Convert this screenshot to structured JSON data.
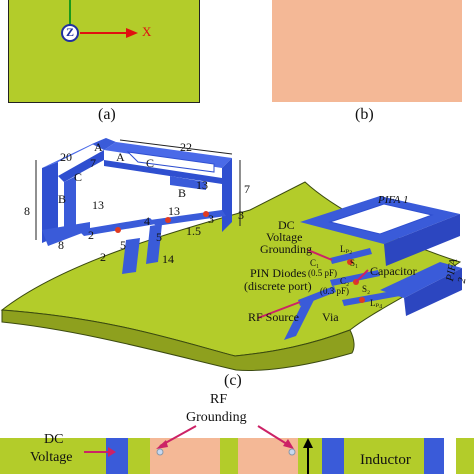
{
  "panel_a": {
    "caption": "(a)",
    "axis_x": "X",
    "axis_z": "Z"
  },
  "panel_b": {
    "caption": "(b)"
  },
  "panel_c": {
    "caption": "(c)",
    "dimensions": [
      "20",
      "A",
      "7",
      "C",
      "B",
      "8",
      "13",
      "2",
      "8",
      "2",
      "5",
      "4",
      "5",
      "13",
      "1.5",
      "3",
      "3",
      "13",
      "7",
      "B",
      "22",
      "A",
      "C",
      "14"
    ],
    "labels": {
      "pifa1": "PIFA 1",
      "pifa2": "PIFA 2",
      "dc_grounding_1": "DC",
      "dc_grounding_2": "Voltage",
      "dc_grounding_3": "Grounding",
      "pin_1": "PIN Diodes",
      "pin_2": "(discrete port)",
      "capacitor": "Capacitor",
      "rf_source": "RF Source",
      "via": "Via",
      "c1": "C₁",
      "c1_val": "(0.5 pF)",
      "c2": "C₂",
      "c2_val": "(0.3 pF)",
      "lp2": "Lₚ₂",
      "lp4": "Lₚ₄",
      "s1": "S₁",
      "s2": "S₂"
    }
  },
  "panel_d": {
    "rf_1": "RF",
    "rf_2": "Grounding",
    "dc_1": "DC",
    "dc_2": "Voltage",
    "inductor": "Inductor"
  },
  "colors": {
    "board": "#b3cc2a",
    "copper": "#f4b896",
    "metal": "#3a5bd9",
    "arrow": "#cc2266",
    "axis": "#e01010"
  }
}
